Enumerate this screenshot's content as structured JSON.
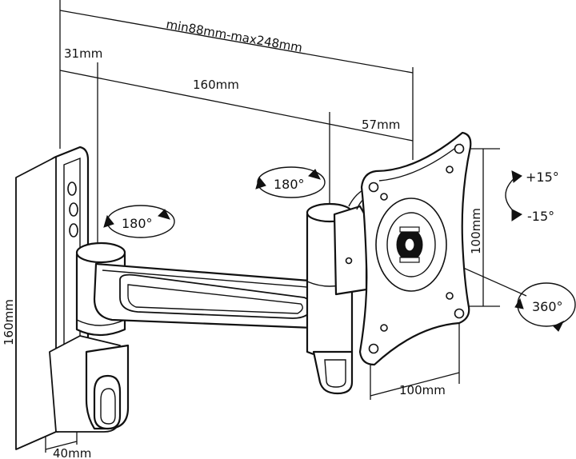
{
  "diagram": {
    "dimensions": {
      "depth_range": "min88mm-max248mm",
      "pivot_offset": "31mm",
      "arm_length": "160mm",
      "plate_offset": "57mm",
      "wall_plate_height": "160mm",
      "wall_plate_width": "40mm",
      "vesa_height": "100mm",
      "vesa_width": "100mm"
    },
    "rotations": {
      "wall_pivot_swivel": "180°",
      "arm_pivot_swivel": "180°",
      "tilt_up": "+15°",
      "tilt_down": "-15°",
      "screen_rotation": "360°"
    },
    "colors": {
      "line": "#111111",
      "background": "#ffffff"
    }
  }
}
